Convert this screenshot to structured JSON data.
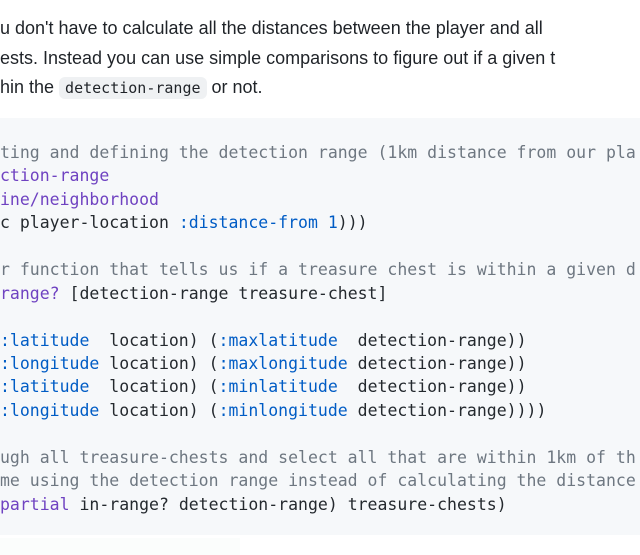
{
  "colors": {
    "text_fg": "#1f2328",
    "code_fg": "#24292e",
    "comment": "#6e7781",
    "entity_purple": "#6f42c1",
    "keyword_blue": "#005cc5",
    "code_block_bg": "#f6f8fa",
    "inline_code_bg": "#eff1f3",
    "page_bg": "#ffffff"
  },
  "paragraph": {
    "lines": [
      {
        "segments": [
          {
            "style": "text",
            "text": "u don't have to calculate all the distances between the player and all"
          }
        ]
      },
      {
        "segments": [
          {
            "style": "text",
            "text": "ests. Instead you can use simple comparisons to figure out if a given t"
          }
        ]
      },
      {
        "segments": [
          {
            "style": "text",
            "text": "hin the "
          },
          {
            "style": "inline-code",
            "text": "detection-range"
          },
          {
            "style": "text",
            "text": " or not."
          }
        ]
      }
    ]
  },
  "code_block": {
    "language": "clojure",
    "lines": [
      {
        "segments": [
          {
            "c": "cm",
            "t": "ting and defining the detection range (1km distance from our pla"
          }
        ]
      },
      {
        "segments": [
          {
            "c": "en",
            "t": "ction-range"
          }
        ]
      },
      {
        "segments": [
          {
            "c": "en",
            "t": "ine/neighborhood"
          }
        ]
      },
      {
        "segments": [
          {
            "c": "pl",
            "t": "c player-location "
          },
          {
            "c": "kw",
            "t": ":distance-from"
          },
          {
            "c": "pl",
            "t": " "
          },
          {
            "c": "kw",
            "t": "1"
          },
          {
            "c": "pl",
            "t": ")))"
          }
        ]
      },
      {
        "segments": []
      },
      {
        "segments": [
          {
            "c": "cm",
            "t": "r function that tells us if a treasure chest is within a given d"
          }
        ]
      },
      {
        "segments": [
          {
            "c": "en",
            "t": "range?"
          },
          {
            "c": "pl",
            "t": " [detection-range treasure-chest]"
          }
        ]
      },
      {
        "segments": []
      },
      {
        "segments": [
          {
            "c": "kw",
            "t": ":latitude"
          },
          {
            "c": "pl",
            "t": "  location) ("
          },
          {
            "c": "kw",
            "t": ":maxlatitude"
          },
          {
            "c": "pl",
            "t": "  detection-range))"
          }
        ]
      },
      {
        "segments": [
          {
            "c": "kw",
            "t": ":longitude"
          },
          {
            "c": "pl",
            "t": " location) ("
          },
          {
            "c": "kw",
            "t": ":maxlongitude"
          },
          {
            "c": "pl",
            "t": " detection-range))"
          }
        ]
      },
      {
        "segments": [
          {
            "c": "kw",
            "t": ":latitude"
          },
          {
            "c": "pl",
            "t": "  location) ("
          },
          {
            "c": "kw",
            "t": ":minlatitude"
          },
          {
            "c": "pl",
            "t": "  detection-range))"
          }
        ]
      },
      {
        "segments": [
          {
            "c": "kw",
            "t": ":longitude"
          },
          {
            "c": "pl",
            "t": " location) ("
          },
          {
            "c": "kw",
            "t": ":minlongitude"
          },
          {
            "c": "pl",
            "t": " detection-range))))"
          }
        ]
      },
      {
        "segments": []
      },
      {
        "segments": [
          {
            "c": "cm",
            "t": "ugh all treasure-chests and select all that are within 1km of th"
          }
        ]
      },
      {
        "segments": [
          {
            "c": "cm",
            "t": "me using the detection range instead of calculating the distance"
          }
        ]
      },
      {
        "segments": [
          {
            "c": "en",
            "t": "partial"
          },
          {
            "c": "pl",
            "t": " in-range? detection-range) treasure-chests)"
          }
        ]
      }
    ]
  }
}
